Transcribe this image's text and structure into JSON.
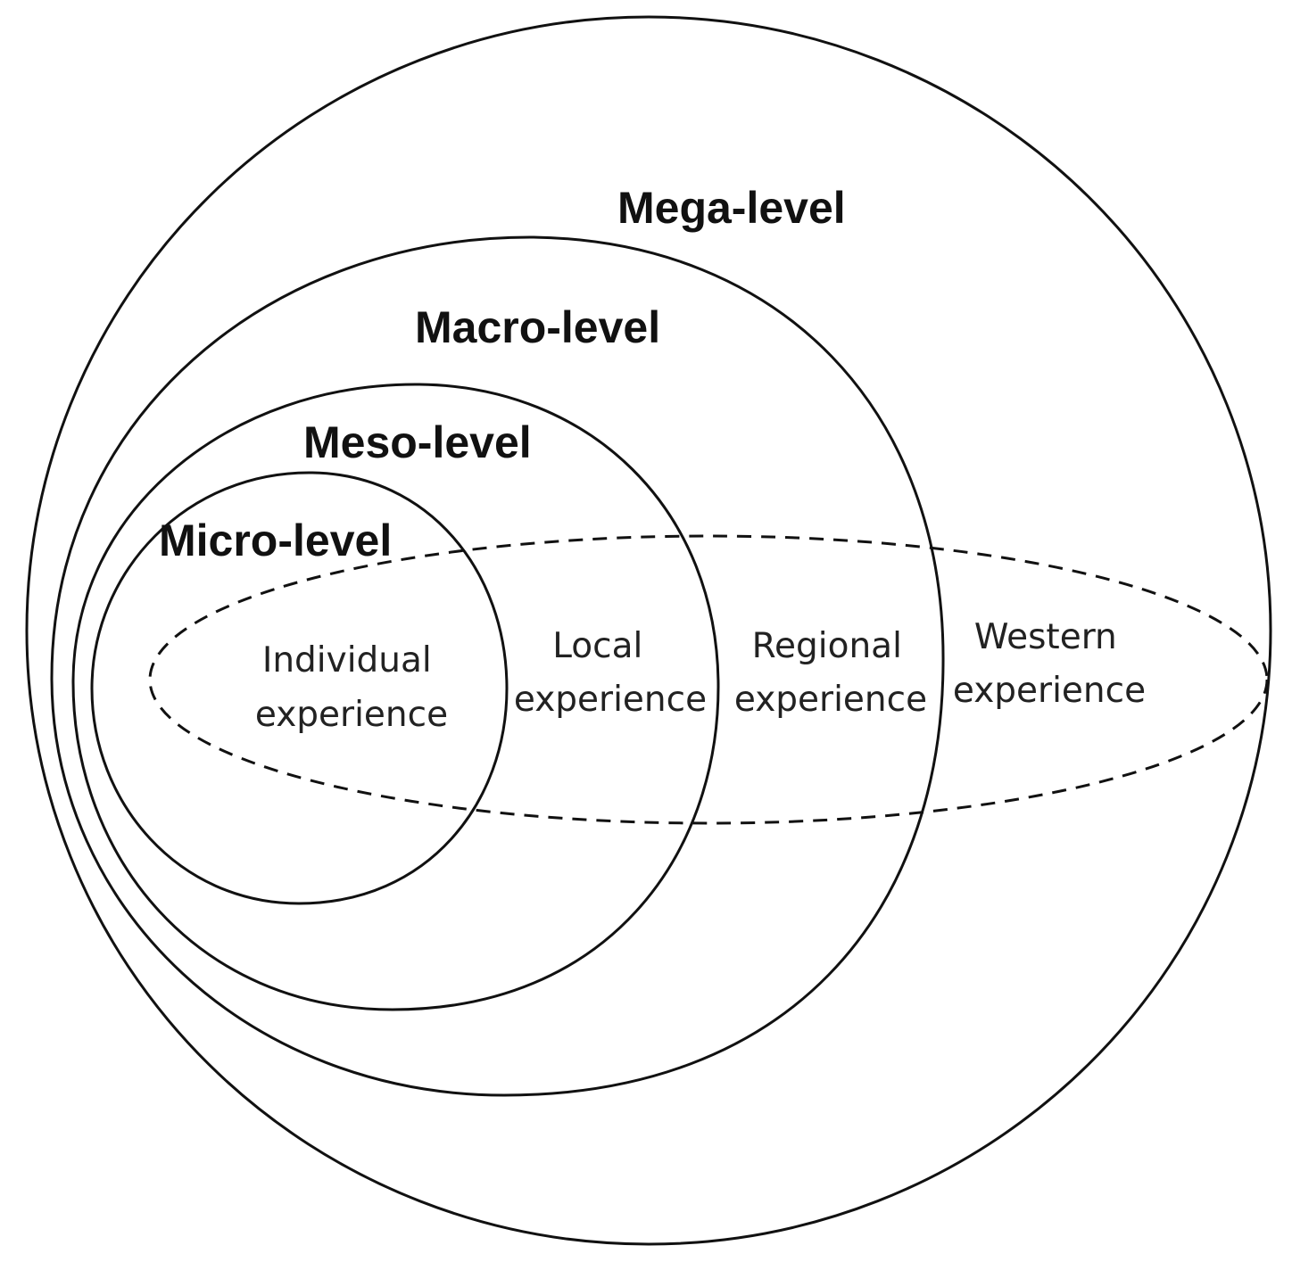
{
  "levels": {
    "mega": "Mega-level",
    "macro": "Macro-level",
    "meso": "Meso-level",
    "micro": "Micro-level"
  },
  "experiences": {
    "individual": [
      "Individual",
      "experience"
    ],
    "local": [
      "Local",
      "experience"
    ],
    "regional": [
      "Regional",
      "experience"
    ],
    "western": [
      "Western",
      "experience"
    ]
  },
  "colors": {
    "line": "#111111",
    "background": "#ffffff"
  }
}
